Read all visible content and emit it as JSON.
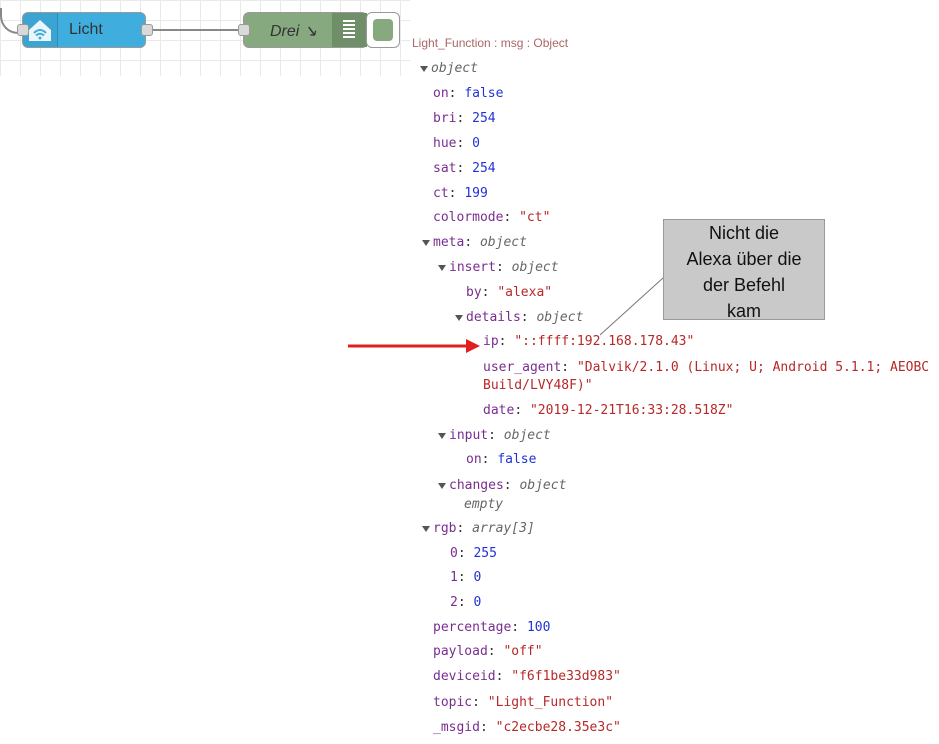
{
  "flow": {
    "node_licht_label": "Licht",
    "node_drei_label": "Drei ↘"
  },
  "debug": {
    "header": "Light_Function : msg : Object",
    "root_type": "object",
    "rows": {
      "on": {
        "key": "on",
        "value": "false"
      },
      "bri": {
        "key": "bri",
        "value": "254"
      },
      "hue": {
        "key": "hue",
        "value": "0"
      },
      "sat": {
        "key": "sat",
        "value": "254"
      },
      "ct": {
        "key": "ct",
        "value": "199"
      },
      "colormode": {
        "key": "colormode",
        "value": "\"ct\""
      },
      "meta": {
        "key": "meta",
        "value": "object"
      },
      "insert": {
        "key": "insert",
        "value": "object"
      },
      "by": {
        "key": "by",
        "value": "\"alexa\""
      },
      "details": {
        "key": "details",
        "value": "object"
      },
      "ip": {
        "key": "ip",
        "value": "\"::ffff:192.168.178.43\""
      },
      "user_agent": {
        "key": "user_agent",
        "value": "\"Dalvik/2.1.0 (Linux; U; Android 5.1.1; AEOBC",
        "value2": "Build/LVY48F)\""
      },
      "date": {
        "key": "date",
        "value": "\"2019-12-21T16:33:28.518Z\""
      },
      "input": {
        "key": "input",
        "value": "object"
      },
      "input_on": {
        "key": "on",
        "value": "false"
      },
      "changes": {
        "key": "changes",
        "value": "object"
      },
      "empty": {
        "value": "empty"
      },
      "rgb": {
        "key": "rgb",
        "value": "array[3]"
      },
      "rgb0": {
        "key": "0",
        "value": "255"
      },
      "rgb1": {
        "key": "1",
        "value": "0"
      },
      "rgb2": {
        "key": "2",
        "value": "0"
      },
      "percentage": {
        "key": "percentage",
        "value": "100"
      },
      "payload": {
        "key": "payload",
        "value": "\"off\""
      },
      "deviceid": {
        "key": "deviceid",
        "value": "\"f6f1be33d983\""
      },
      "topic": {
        "key": "topic",
        "value": "\"Light_Function\""
      },
      "msgid": {
        "key": "_msgid",
        "value": "\"c2ecbe28.35e3c\""
      }
    }
  },
  "annotation": {
    "line1": "Nicht die",
    "line2": "Alexa über die",
    "line3": "der Befehl",
    "line4": "kam",
    "arrow_color": "#e02020"
  },
  "colors": {
    "node_licht": "#3fadde",
    "node_drei": "#87a980",
    "key": "#792e8f",
    "string": "#b72828",
    "number": "#2033d6"
  }
}
